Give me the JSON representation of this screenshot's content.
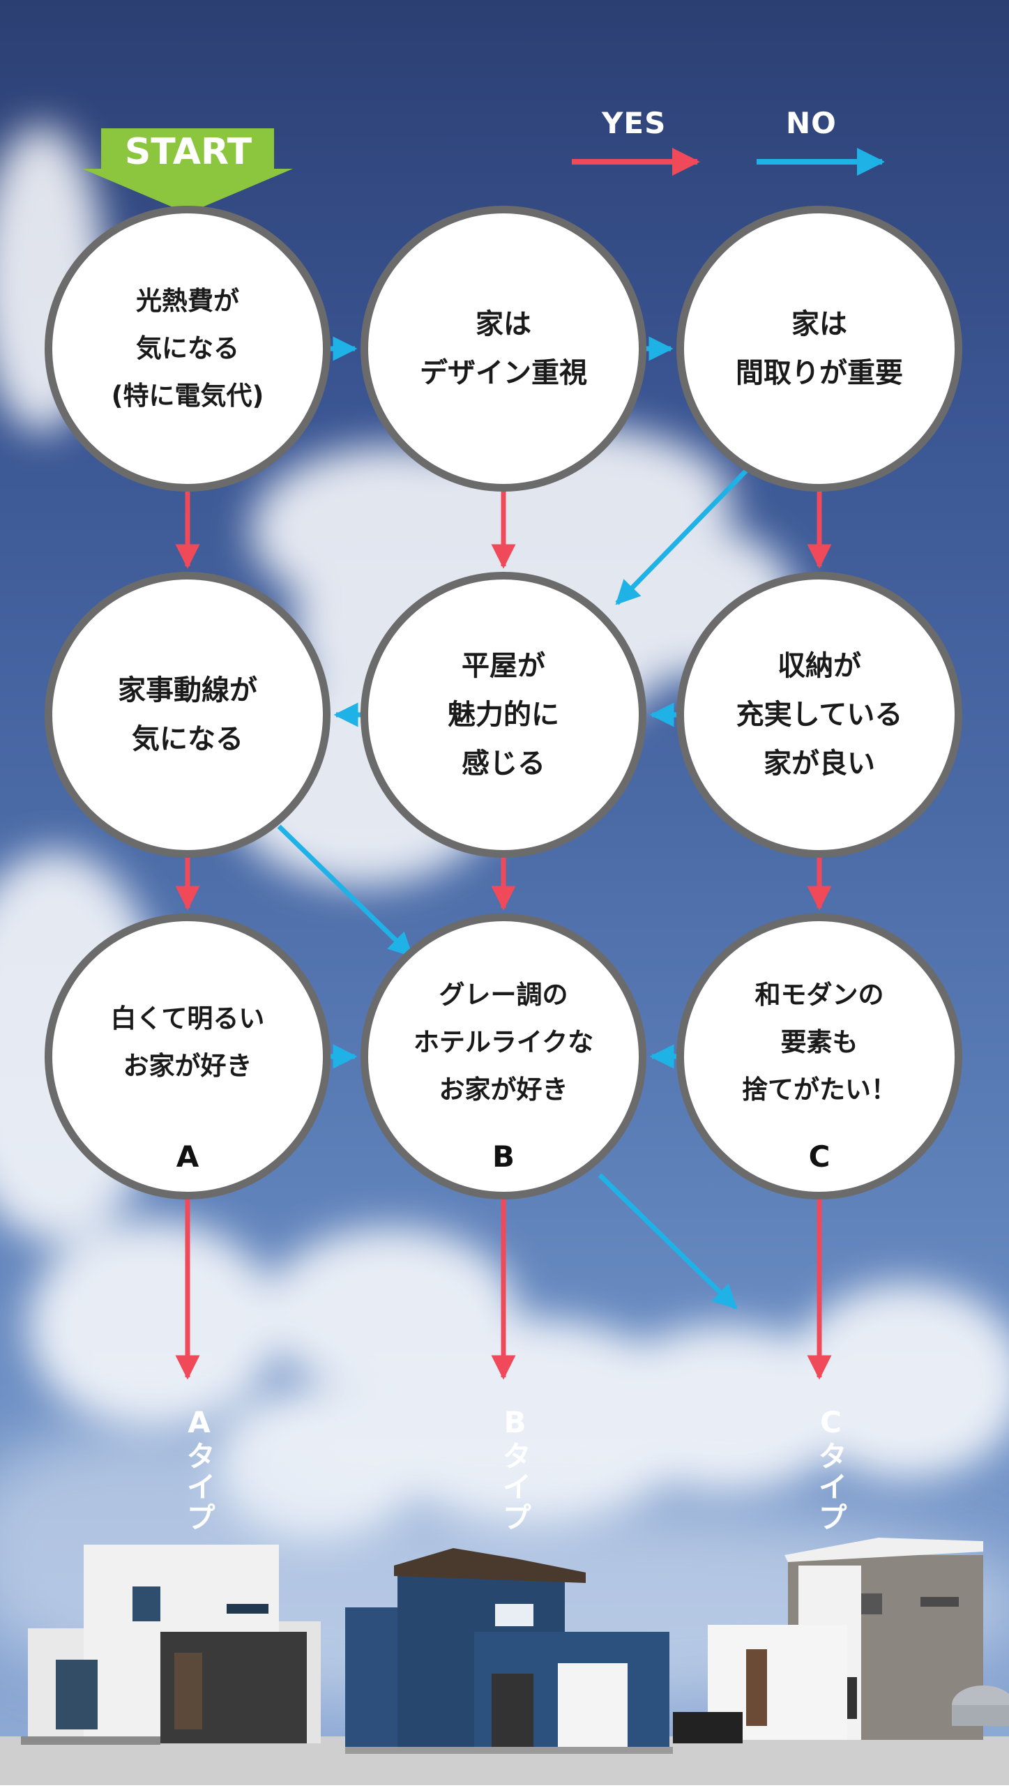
{
  "start": {
    "label": "START",
    "color": "#8cc63f"
  },
  "legend": {
    "yes": {
      "label": "YES",
      "color": "#f04a5a"
    },
    "no": {
      "label": "NO",
      "color": "#1fb2e6"
    }
  },
  "colors": {
    "circle_border": "#6b6b6b",
    "circle_fill": "#ffffff"
  },
  "nodes": [
    {
      "id": "q1",
      "text": "光熱費が\n気になる\n(特に電気代)"
    },
    {
      "id": "q2",
      "text": "家は\nデザイン重視"
    },
    {
      "id": "q3",
      "text": "家は\n間取りが重要"
    },
    {
      "id": "q4",
      "text": "家事動線が\n気になる"
    },
    {
      "id": "q5",
      "text": "平屋が\n魅力的に\n感じる"
    },
    {
      "id": "q6",
      "text": "収納が\n充実している\n家が良い"
    },
    {
      "id": "a",
      "text": "白くて明るい\nお家が好き",
      "letter": "A"
    },
    {
      "id": "b",
      "text": "グレー調の\nホテルライクな\nお家が好き",
      "letter": "B"
    },
    {
      "id": "c",
      "text": "和モダンの\n要素も\n捨てがたい！",
      "letter": "C"
    }
  ],
  "edges": [
    {
      "from": "q1",
      "to": "q4",
      "kind": "yes"
    },
    {
      "from": "q1",
      "to": "q2",
      "kind": "no"
    },
    {
      "from": "q2",
      "to": "q5",
      "kind": "yes"
    },
    {
      "from": "q2",
      "to": "q3",
      "kind": "no"
    },
    {
      "from": "q3",
      "to": "q6",
      "kind": "yes"
    },
    {
      "from": "q3",
      "to": "q5",
      "kind": "no"
    },
    {
      "from": "q4",
      "to": "a",
      "kind": "yes"
    },
    {
      "from": "q4",
      "to": "b",
      "kind": "no"
    },
    {
      "from": "q5",
      "to": "b",
      "kind": "yes"
    },
    {
      "from": "q5",
      "to": "q4",
      "kind": "no"
    },
    {
      "from": "q6",
      "to": "c",
      "kind": "yes"
    },
    {
      "from": "q6",
      "to": "q5",
      "kind": "no"
    },
    {
      "from": "a",
      "to": "b",
      "kind": "no"
    },
    {
      "from": "c",
      "to": "b",
      "kind": "no"
    },
    {
      "from": "a",
      "to": "type-a",
      "kind": "yes"
    },
    {
      "from": "b",
      "to": "type-b",
      "kind": "yes"
    },
    {
      "from": "b",
      "to": "type-c",
      "kind": "no"
    },
    {
      "from": "c",
      "to": "type-c",
      "kind": "yes"
    }
  ],
  "types": [
    {
      "id": "type-a",
      "label": "Aタイプ"
    },
    {
      "id": "type-b",
      "label": "Bタイプ"
    },
    {
      "id": "type-c",
      "label": "Cタイプ"
    }
  ]
}
